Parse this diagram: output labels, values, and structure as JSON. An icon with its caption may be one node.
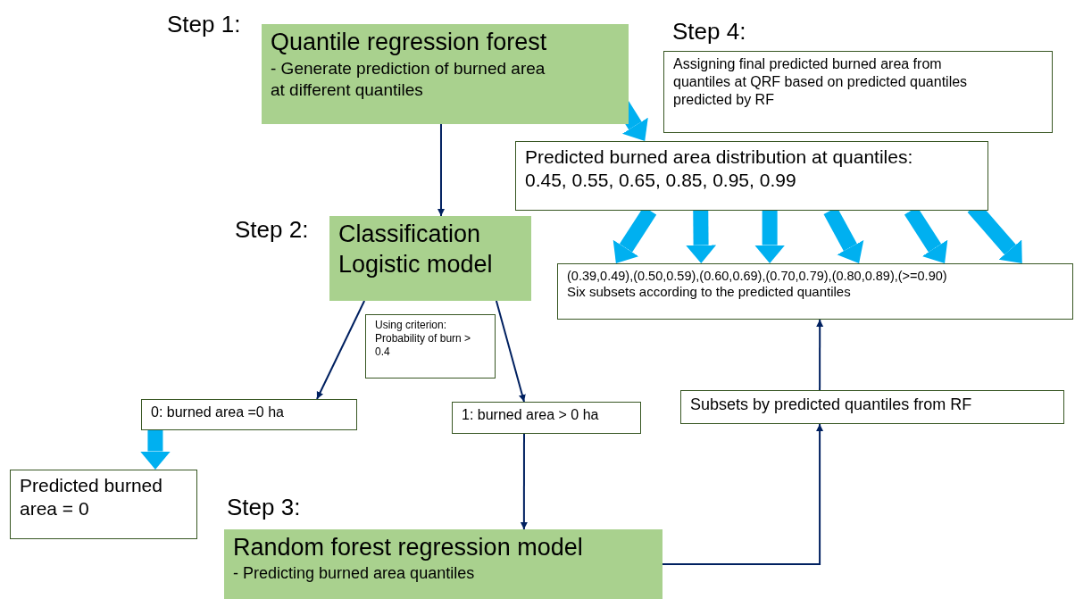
{
  "diagram": {
    "nodes": [
      {
        "text": [
          "Quantile regression forest",
          "- Generate prediction of burned area at different quantiles"
        ],
        "beside": [
          "Step 1:"
        ]
      },
      {
        "text": [
          "Classification Logistic model"
        ],
        "beside": [
          "Step 2:"
        ]
      },
      {
        "text": [
          "Using criterion: Probability of burn > 0.4"
        ]
      },
      {
        "text": [
          "0: burned area =0 ha"
        ]
      },
      {
        "text": [
          "1: burned area > 0 ha"
        ]
      },
      {
        "text": [
          "Predicted burned area = 0"
        ]
      },
      {
        "text": [
          "Random forest regression model",
          "- Predicting burned area quantiles"
        ],
        "beside": [
          "Step 3:"
        ]
      },
      {
        "text": [
          "Subsets by predicted quantiles from RF"
        ]
      },
      {
        "text": [
          "(0.39,0.49),(0.50,0.59),(0.60,0.69),(0.70,0.79),(0.80,0.89),(>=0.90)",
          "Six subsets according to the predicted quantiles"
        ]
      },
      {
        "text": [
          "Predicted burned area distribution at quantiles: 0.45, 0.55, 0.65, 0.85, 0.95, 0.99"
        ]
      },
      {
        "text": [
          "Assigning final predicted burned area from quantiles at QRF based on predicted quantiles predicted by RF"
        ],
        "beside": [
          "Step 4:"
        ]
      }
    ],
    "edges": [
      {
        "from": 0,
        "to": 1,
        "arrow": "to",
        "color": "#002060"
      },
      {
        "from": 1,
        "to": 3,
        "arrow": "to",
        "color": "#002060"
      },
      {
        "from": 1,
        "to": 4,
        "arrow": "to",
        "color": "#002060"
      },
      {
        "from": 3,
        "to": 5,
        "arrow": "to"
      },
      {
        "from": 4,
        "to": 6,
        "arrow": "to",
        "color": "#002060"
      },
      {
        "from": 6,
        "to": 7,
        "arrow": "to",
        "color": "#002060"
      },
      {
        "from": 7,
        "to": 8,
        "arrow": "to",
        "color": "#002060"
      },
      {
        "from": 0,
        "to": 9,
        "arrow": "to"
      },
      {
        "from": 9,
        "to": 8,
        "arrow": "to"
      },
      {
        "from": 9,
        "to": 8,
        "arrow": "to"
      },
      {
        "from": 9,
        "to": 8,
        "arrow": "to"
      },
      {
        "from": 9,
        "to": 8,
        "arrow": "to"
      },
      {
        "from": 9,
        "to": 8,
        "arrow": "to"
      },
      {
        "from": 9,
        "to": 8,
        "arrow": "to"
      }
    ]
  }
}
